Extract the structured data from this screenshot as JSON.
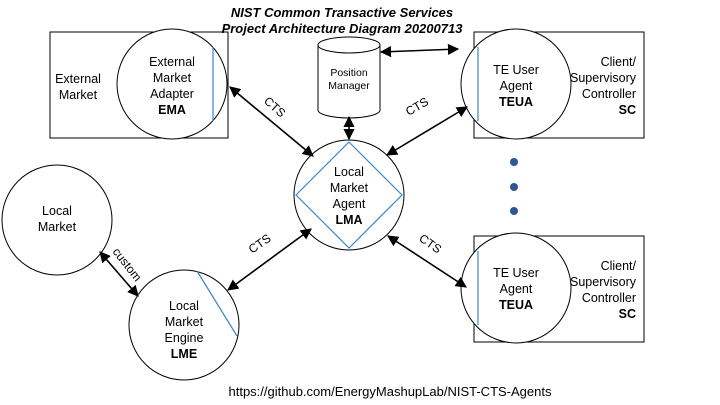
{
  "title": {
    "line1": "NIST Common Transactive Services",
    "line2": "Project Architecture Diagram 20200713"
  },
  "position_manager": {
    "line1": "Position",
    "line2": "Manager"
  },
  "external_market": {
    "line1": "External",
    "line2": "Market"
  },
  "ema": {
    "line1": "External",
    "line2": "Market",
    "line3": "Adapter",
    "abbr": "EMA"
  },
  "teua_top": {
    "line1": "TE User",
    "line2": "Agent",
    "abbr": "TEUA"
  },
  "teua_bottom": {
    "line1": "TE User",
    "line2": "Agent",
    "abbr": "TEUA"
  },
  "sc_top": {
    "line1": "Client/",
    "line2": "Supervisory",
    "line3": "Controller",
    "abbr": "SC"
  },
  "sc_bottom": {
    "line1": "Client/",
    "line2": "Supervisory",
    "line3": "Controller",
    "abbr": "SC"
  },
  "lma": {
    "line1": "Local",
    "line2": "Market",
    "line3": "Agent",
    "abbr": "LMA"
  },
  "local_market": {
    "line1": "Local",
    "line2": "Market"
  },
  "lme": {
    "line1": "Local",
    "line2": "Market",
    "line3": "Engine",
    "abbr": "LME"
  },
  "links": {
    "ema_lma": "CTS",
    "teua_lma": "CTS",
    "lme_lma": "CTS",
    "lma_teua_bottom": "CTS",
    "local_market_lme": "custom"
  },
  "footer_url": "https://github.com/EnergyMashupLab/NIST-CTS-Agents",
  "colors": {
    "accent_line": "#3d86c6",
    "dots": "#2f5597"
  }
}
